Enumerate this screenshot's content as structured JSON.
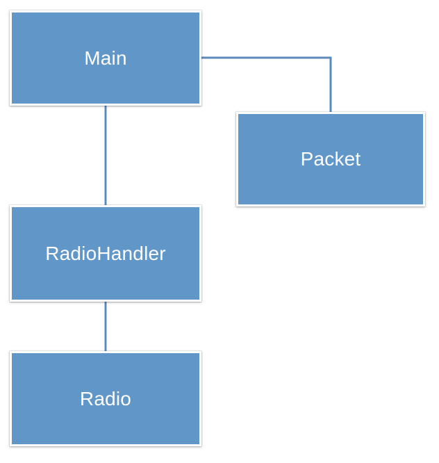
{
  "diagram": {
    "nodes": {
      "main": "Main",
      "packet": "Packet",
      "radio_handler": "RadioHandler",
      "radio": "Radio"
    },
    "edges": [
      [
        "Main",
        "Packet"
      ],
      [
        "Main",
        "RadioHandler"
      ],
      [
        "RadioHandler",
        "Radio"
      ]
    ]
  },
  "colors": {
    "node_fill": "#6096c8",
    "connector": "#5b8bbd",
    "text": "#ffffff"
  }
}
